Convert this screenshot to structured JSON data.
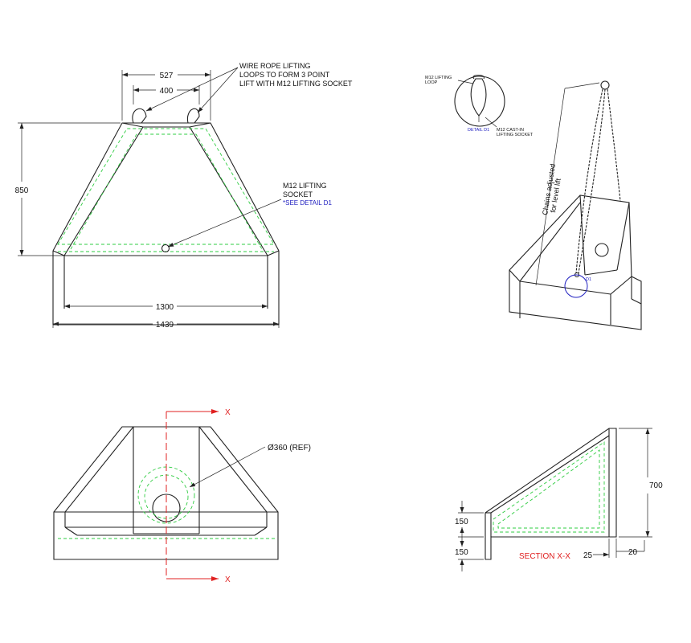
{
  "front_view": {
    "dim_top_outer": "527",
    "dim_top_inner": "400",
    "dim_height": "850",
    "dim_inner_width": "1300",
    "dim_overall_width": "1439",
    "note_loops": [
      "WIRE ROPE LIFTING",
      "LOOPS TO FORM 3 POINT",
      "LIFT WITH M12 LIFTING SOCKET"
    ],
    "note_socket": [
      "M12 LIFTING",
      "SOCKET"
    ],
    "note_socket_ref": "*SEE DETAIL D1"
  },
  "iso_view": {
    "detail_loop_label": [
      "M12 LIFTING",
      "LOOP"
    ],
    "detail_label": "DETAIL D1",
    "detail_socket_label": [
      "M12 CAST-IN",
      "LIFTING SOCKET"
    ],
    "chain_note": [
      "Chains adjusted",
      "for level lift"
    ],
    "detail_marker": "D1"
  },
  "plan_view": {
    "section_marker_top": "X",
    "section_marker_bottom": "X",
    "dim_diameter": "Ø360 (REF)"
  },
  "section_view": {
    "dim_height": "700",
    "dim_base_upper": "150",
    "dim_base_lower": "150",
    "section_label": "SECTION X-X",
    "dim_25": "25",
    "dim_20": "20"
  },
  "colors": {
    "linework": "#222222",
    "hidden_lines": "#2ecc40",
    "section_lines": "#e02020",
    "detail_callouts": "#2020c0"
  }
}
